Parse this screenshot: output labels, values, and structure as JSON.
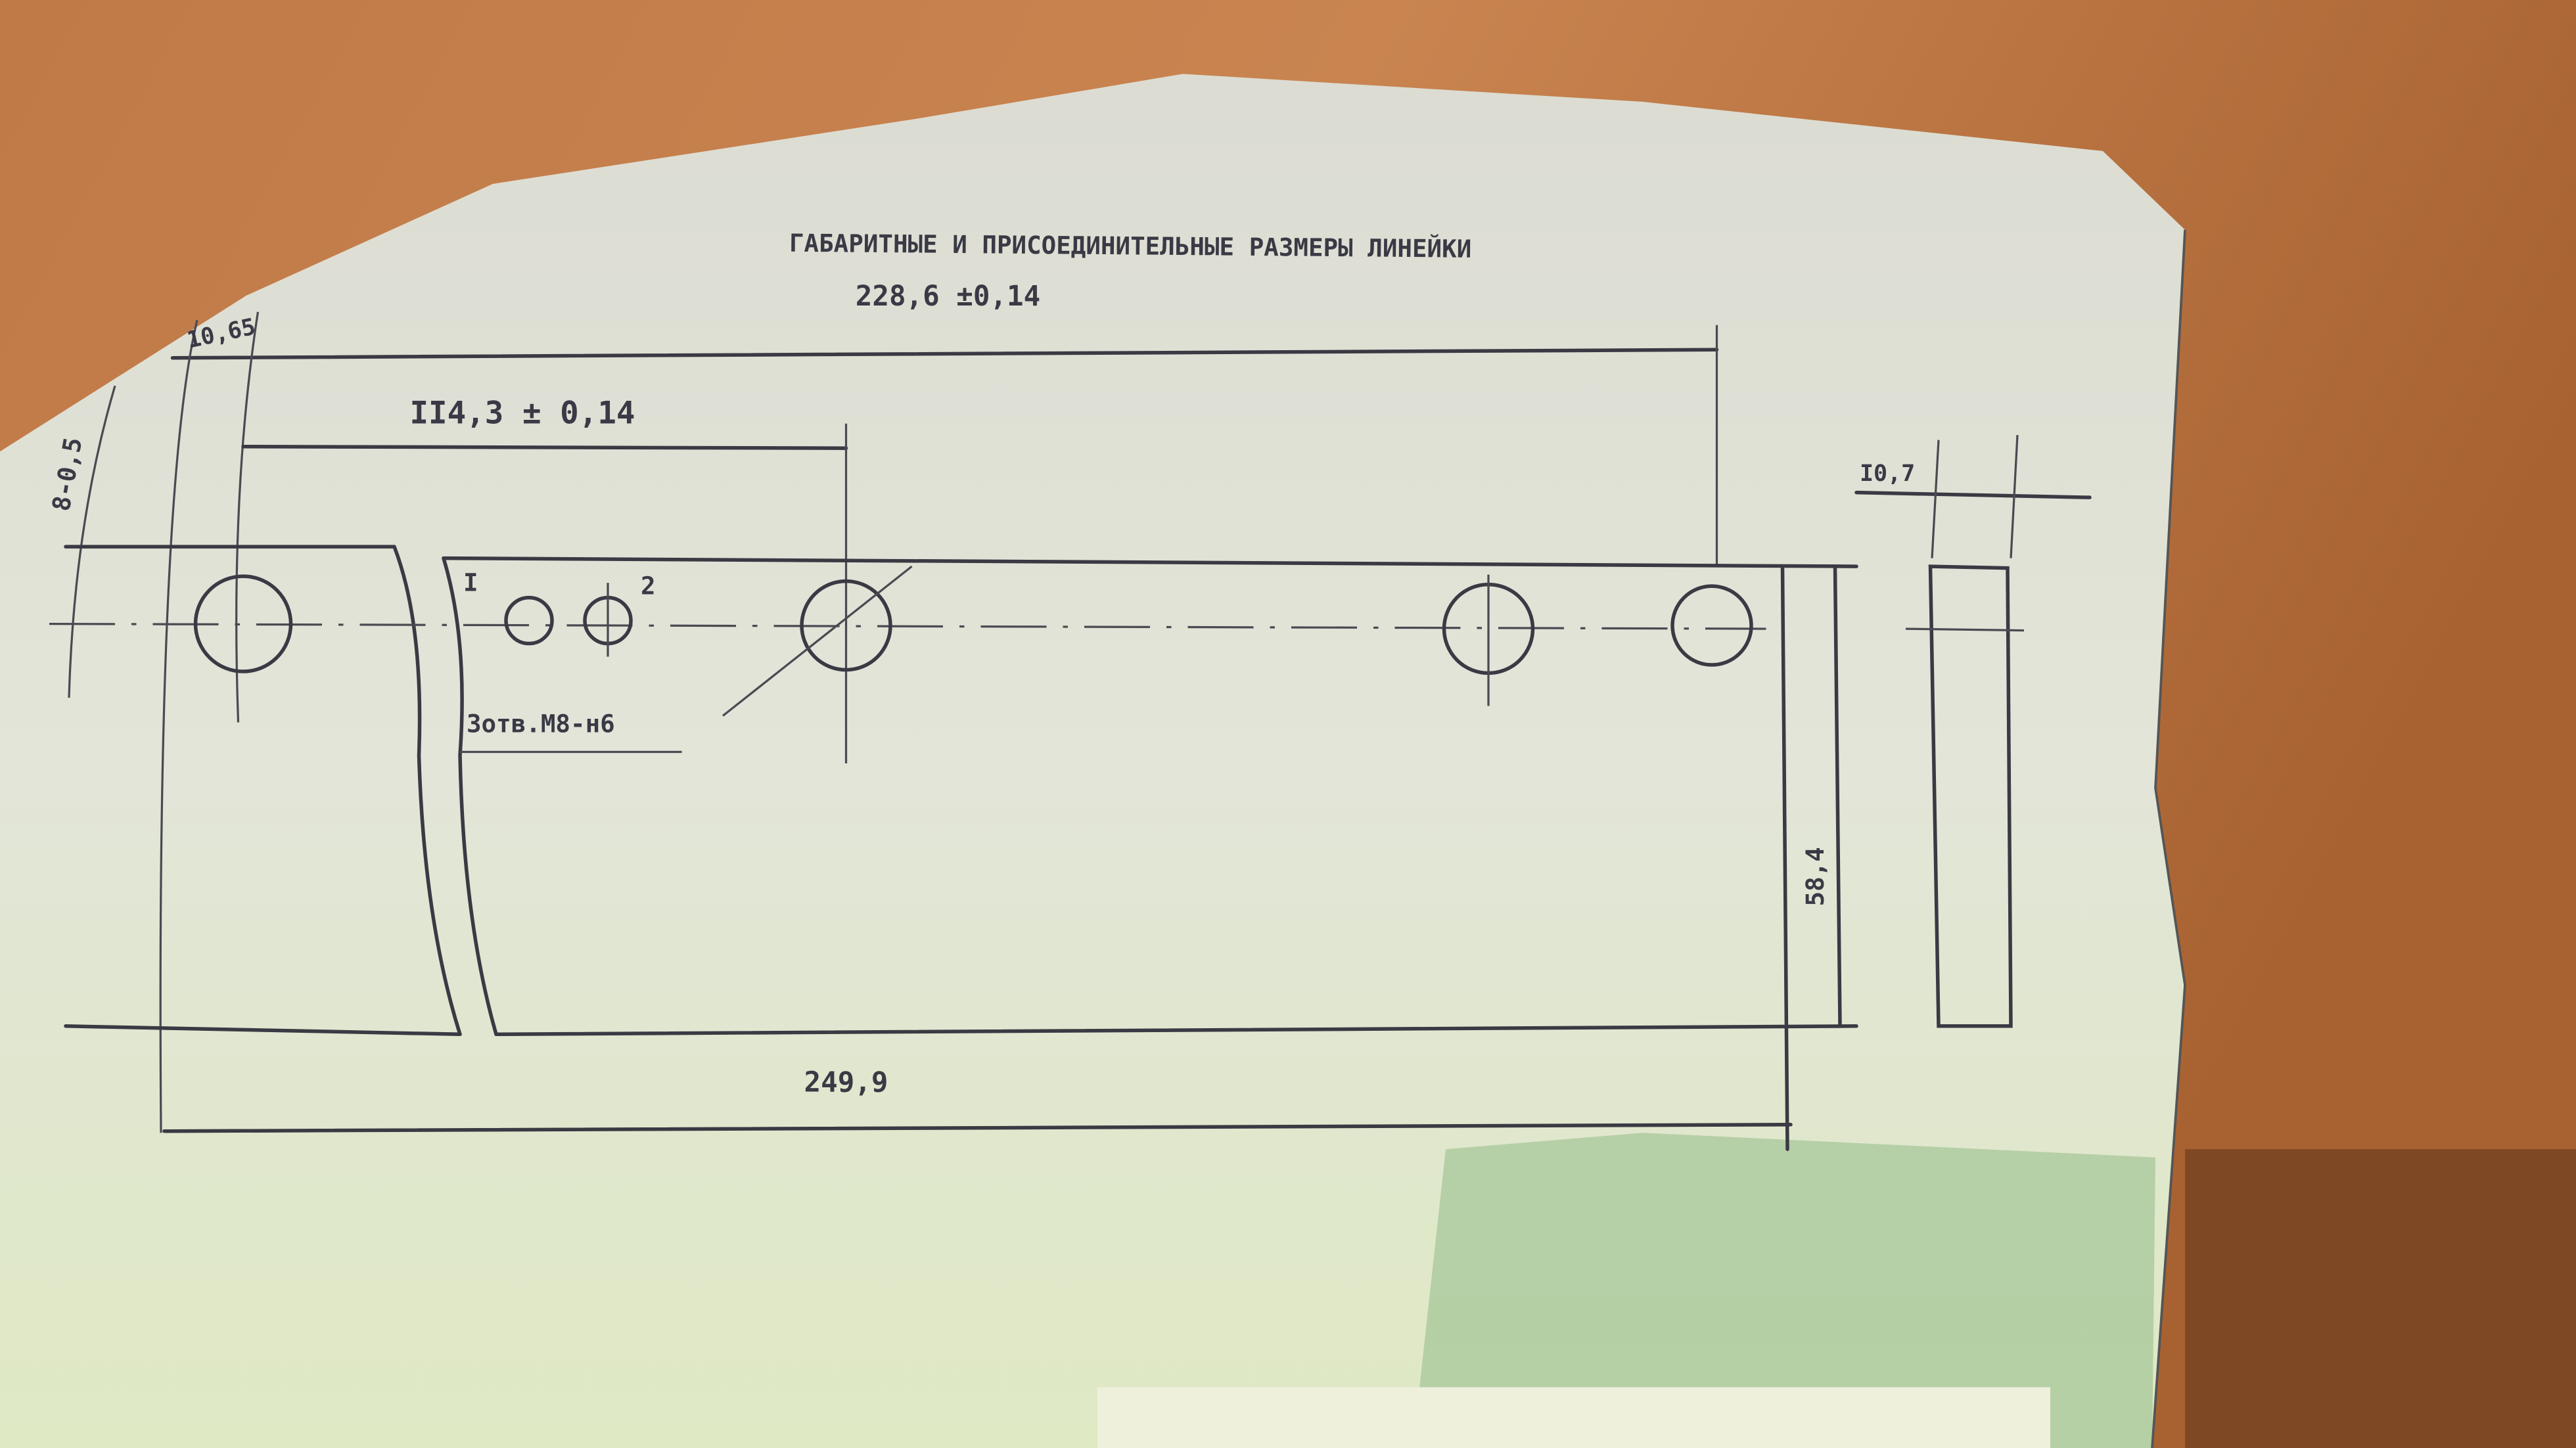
{
  "drawing": {
    "title": "ГАБАРИТНЫЕ И ПРИСОЕДИНИТЕЛЬНЫЕ РАЗМЕРЫ ЛИНЕЙКИ",
    "dimensions": {
      "overall_holes": "228,6 ±0,14",
      "half_holes": "II4,3 ± 0,14",
      "edge_offset": "10,65",
      "left_height": "8-0,5",
      "total_length": "249,9",
      "height": "58,4",
      "thickness": "I0,7"
    },
    "hole_labels": [
      "I",
      "2"
    ],
    "hole_note": "3отв.М8-н6"
  },
  "colors": {
    "wood": "#b9713e",
    "paper": "#e3e6d6",
    "ink": "#3a3a44"
  }
}
